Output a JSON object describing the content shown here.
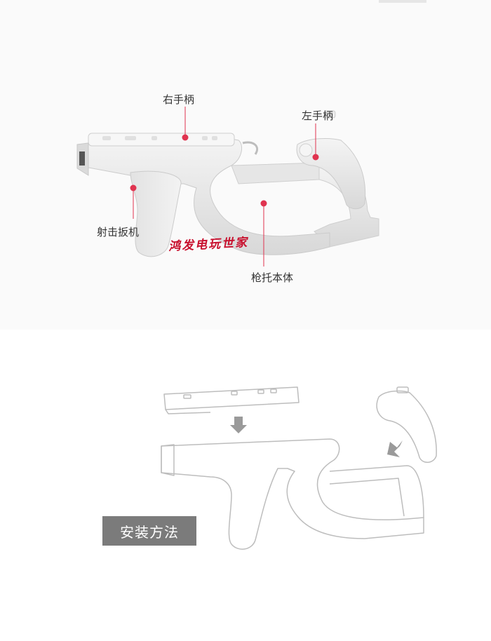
{
  "callouts": {
    "right_controller": "右手柄",
    "left_controller": "左手柄",
    "trigger": "射击扳机",
    "stock_body": "枪托本体"
  },
  "watermark": "鸿发电玩世家",
  "install_section": {
    "label": "安装方法"
  },
  "colors": {
    "callout_dot": "#e0334f",
    "label_bg": "#7b7b7b",
    "device_body": "#e9e9e9"
  }
}
